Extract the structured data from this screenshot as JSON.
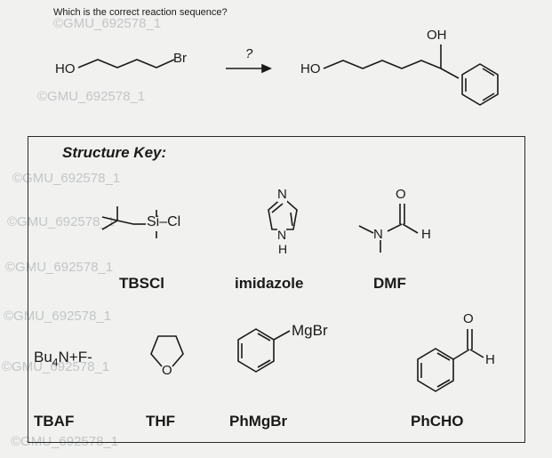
{
  "question": "Which is the correct reaction sequence?",
  "watermark": "©GMU_692578_1",
  "reaction": {
    "reactant_left_group": "HO",
    "reactant_right_group": "Br",
    "arrow_label": "?",
    "product_left_group": "HO",
    "product_substituent": "OH"
  },
  "structure_key": {
    "title": "Structure Key:",
    "tbscl": {
      "atom_label": "Si–Cl",
      "name": "TBSCl"
    },
    "imidazole": {
      "atom_N": "N",
      "atom_NH_N": "N",
      "atom_NH_H": "H",
      "name": "imidazole"
    },
    "dmf": {
      "atom_O": "O",
      "atom_N": "N",
      "atom_H": "H",
      "name": "DMF"
    },
    "tbaf": {
      "formula_prefix": "Bu",
      "formula_sub": "4",
      "formula_suffix": "N+F-",
      "name": "TBAF"
    },
    "thf": {
      "atom_O": "O",
      "name": "THF"
    },
    "phmgbr": {
      "atom_label": "MgBr",
      "name": "PhMgBr"
    },
    "phcho": {
      "atom_O": "O",
      "atom_H": "H",
      "name": "PhCHO"
    }
  }
}
